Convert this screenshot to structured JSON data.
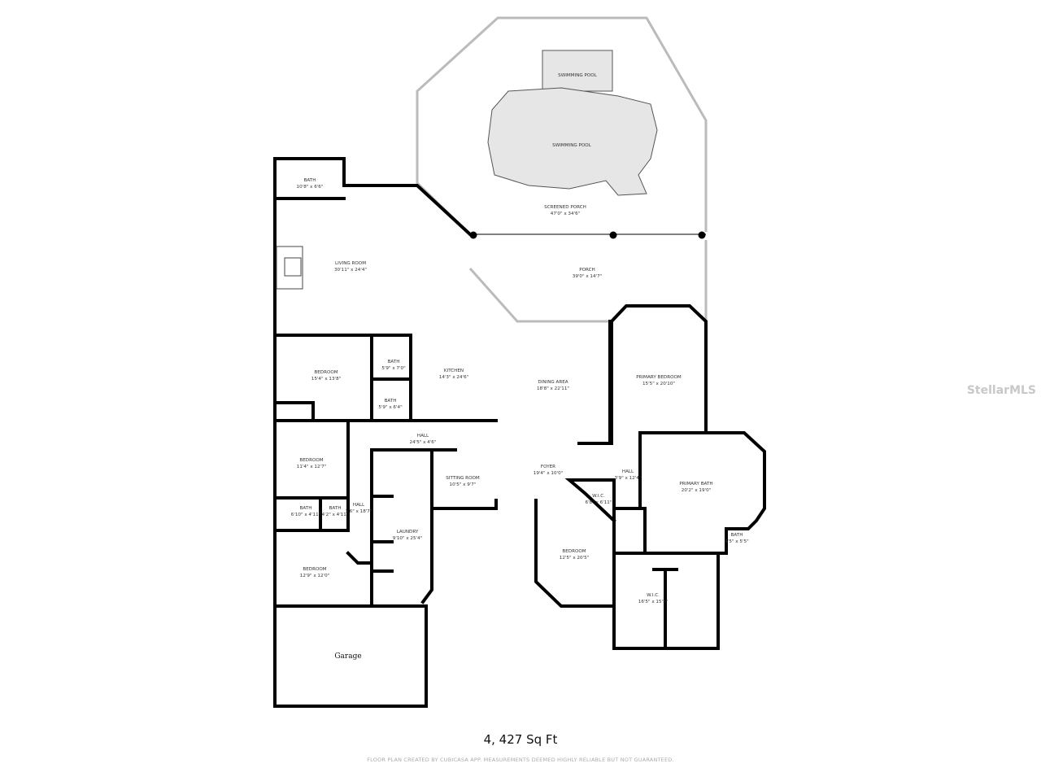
{
  "rooms": {
    "pool_small": {
      "name": "SWIMMING POOL"
    },
    "pool": {
      "name": "SWIMMING POOL"
    },
    "screened_porch": {
      "name": "SCREENED PORCH",
      "dim": "47'0\" x 34'6\""
    },
    "porch": {
      "name": "PORCH",
      "dim": "39'0\" x 14'7\""
    },
    "bath_top": {
      "name": "BATH",
      "dim": "10'8\" x 6'6\""
    },
    "living": {
      "name": "LIVING ROOM",
      "dim": "30'11\" x 24'4\""
    },
    "bedroom1": {
      "name": "BEDROOM",
      "dim": "15'4\" x 13'8\""
    },
    "bath2": {
      "name": "BATH",
      "dim": "5'9\" x 7'0\""
    },
    "bath3": {
      "name": "BATH",
      "dim": "5'9\" x 6'4\""
    },
    "kitchen": {
      "name": "KITCHEN",
      "dim": "14'3\" x 24'6\""
    },
    "dining": {
      "name": "DINING AREA",
      "dim": "18'8\" x 22'11\""
    },
    "primary_bedroom": {
      "name": "PRIMARY BEDROOM",
      "dim": "15'5\" x 20'10\""
    },
    "hall1": {
      "name": "HALL",
      "dim": "24'5\" x 4'6\""
    },
    "bedroom2": {
      "name": "BEDROOM",
      "dim": "11'4\" x 12'7\""
    },
    "sitting": {
      "name": "SITTING ROOM",
      "dim": "10'5\" x 9'7\""
    },
    "foyer": {
      "name": "FOYER",
      "dim": "19'4\" x 10'0\""
    },
    "hall2": {
      "name": "HALL",
      "dim": "3'9\" x 12'4\""
    },
    "primary_bath": {
      "name": "PRIMARY BATH",
      "dim": "20'2\" x 19'0\""
    },
    "wic1": {
      "name": "W.I.C.",
      "dim": "6'8\" x 6'11\""
    },
    "bath4": {
      "name": "BATH",
      "dim": "6'10\" x 4'11\""
    },
    "bath5": {
      "name": "BATH",
      "dim": "4'2\" x 4'11\""
    },
    "hall3": {
      "name": "HALL",
      "dim": "3'6\" x 18'7\""
    },
    "laundry": {
      "name": "LAUNDRY",
      "dim": "9'10\" x 25'4\""
    },
    "bedroom4": {
      "name": "BEDROOM",
      "dim": "12'5\" x 20'5\""
    },
    "bath6": {
      "name": "BATH",
      "dim": "6'5\" x 5'5\""
    },
    "bedroom3": {
      "name": "BEDROOM",
      "dim": "12'9\" x 12'0\""
    },
    "wic2": {
      "name": "W.I.C.",
      "dim": "16'5\" x 15'5\""
    },
    "garage": {
      "name": "Garage"
    }
  },
  "total_area": "4, 427 Sq Ft",
  "disclaimer": "FLOOR PLAN CREATED BY CUBICASA APP. MEASUREMENTS DEEMED HIGHLY RELIABLE BUT NOT GUARANTEED.",
  "watermark": "StellarMLS",
  "colors": {
    "wall": "#000000",
    "pool": "#e6e6e6",
    "window": "#bbbbbb"
  }
}
